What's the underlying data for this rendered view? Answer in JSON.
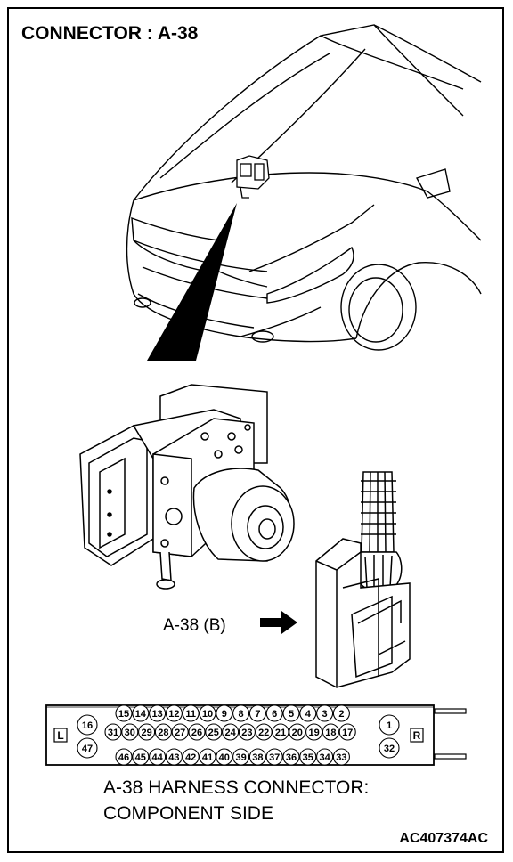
{
  "title": "CONNECTOR : A-38",
  "connector_label": "A-38 (B)",
  "pins": {
    "row_top": [
      "15",
      "14",
      "13",
      "12",
      "11",
      "10",
      "9",
      "8",
      "7",
      "6",
      "5",
      "4",
      "3",
      "2"
    ],
    "row_mid": [
      "31",
      "30",
      "29",
      "28",
      "27",
      "26",
      "25",
      "24",
      "23",
      "22",
      "21",
      "20",
      "19",
      "18",
      "17"
    ],
    "row_bottom": [
      "46",
      "45",
      "44",
      "43",
      "42",
      "41",
      "40",
      "39",
      "38",
      "37",
      "36",
      "35",
      "34",
      "33"
    ],
    "left_top": "16",
    "left_bottom": "47",
    "right_top": "1",
    "right_bottom": "32"
  },
  "side_left": "L",
  "side_right": "R",
  "caption_line1": "A-38 HARNESS CONNECTOR:",
  "caption_line2": "COMPONENT SIDE",
  "figure_code": "AC407374AC"
}
